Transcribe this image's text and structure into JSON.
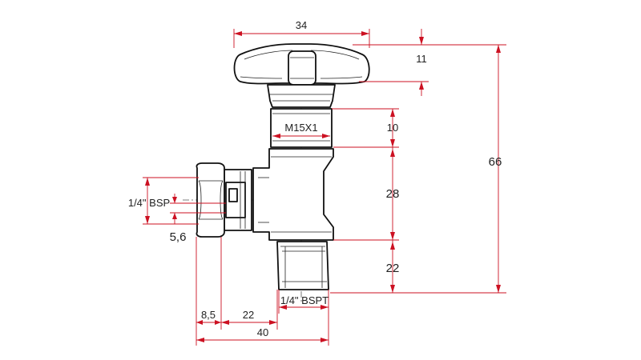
{
  "colors": {
    "dimension": "#cc1122",
    "outline": "#111111",
    "background": "#ffffff"
  },
  "dimensions": {
    "handle_width": "34",
    "handle_height": "11",
    "stem_thread": "M15X1",
    "stem_height": "10",
    "body_height": "28",
    "outlet_height": "22",
    "total_height": "66",
    "side_thread": "1/4\" BSP",
    "side_offset": "5,6",
    "bottom_thread": "1/4\" BSPT",
    "nut_width": "8,5",
    "side_length": "22",
    "total_width": "40"
  }
}
